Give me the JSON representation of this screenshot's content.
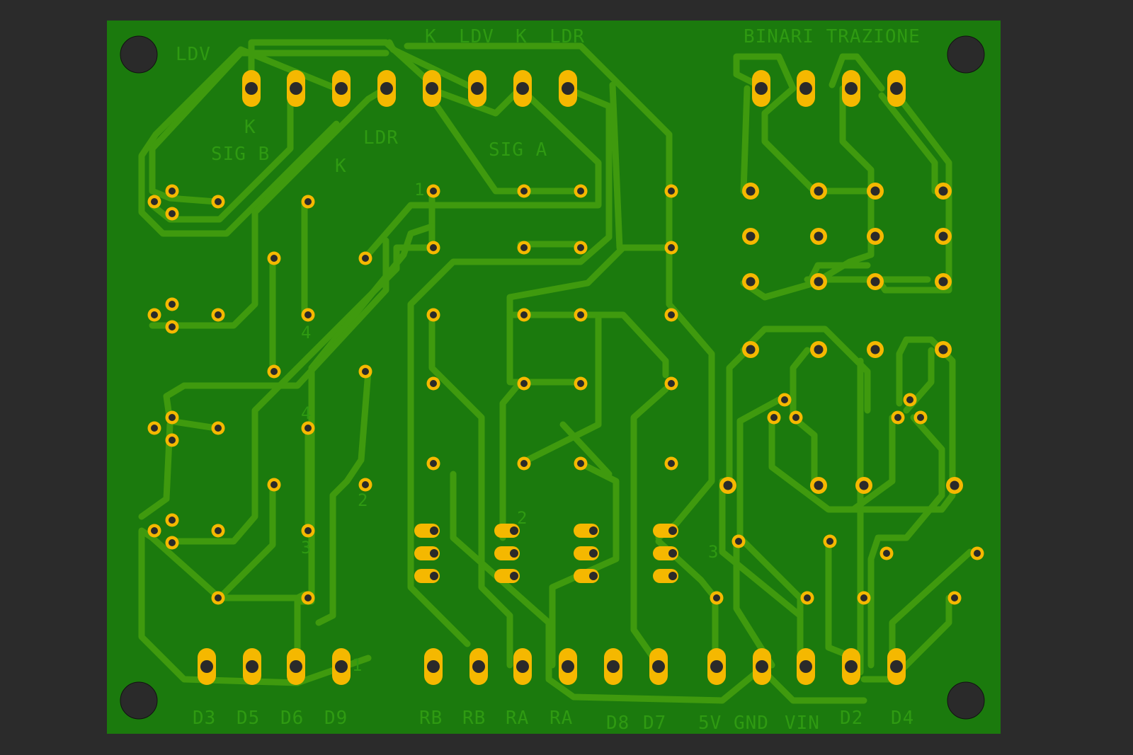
{
  "colors": {
    "background": "#2b2b2b",
    "board": "#1b7a0d",
    "trace": "#3f9a0e",
    "silkscreen": "#2f9a12",
    "pad": "#f5b800",
    "pad_hole": "#2a2a2a"
  },
  "labels": {
    "ldv": "LDV",
    "k_top1": "K",
    "ldv_top": "LDV",
    "k_top2": "K",
    "ldr_top": "LDR",
    "binari_trazione": "BINARI TRAZIONE",
    "k_mid": "K",
    "sig_b": "SIG B",
    "ldr_mid": "LDR",
    "k_mid2": "K",
    "sig_a": "SIG A",
    "pin1": "1",
    "pin4a": "4",
    "pin4b": "4",
    "pin2a": "2",
    "pin2b": "2",
    "pin3a": "3",
    "pin3b": "3",
    "pin1b": "1",
    "d3": "D3",
    "d5": "D5",
    "d6": "D6",
    "d9": "D9",
    "rb1": "RB",
    "rb2": "RB",
    "ra1": "RA",
    "ra2": "RA",
    "d8": "D8",
    "d7": "D7",
    "v5": "5V",
    "gnd": "GND",
    "vin": "VIN",
    "d2": "D2",
    "d4": "D4"
  }
}
